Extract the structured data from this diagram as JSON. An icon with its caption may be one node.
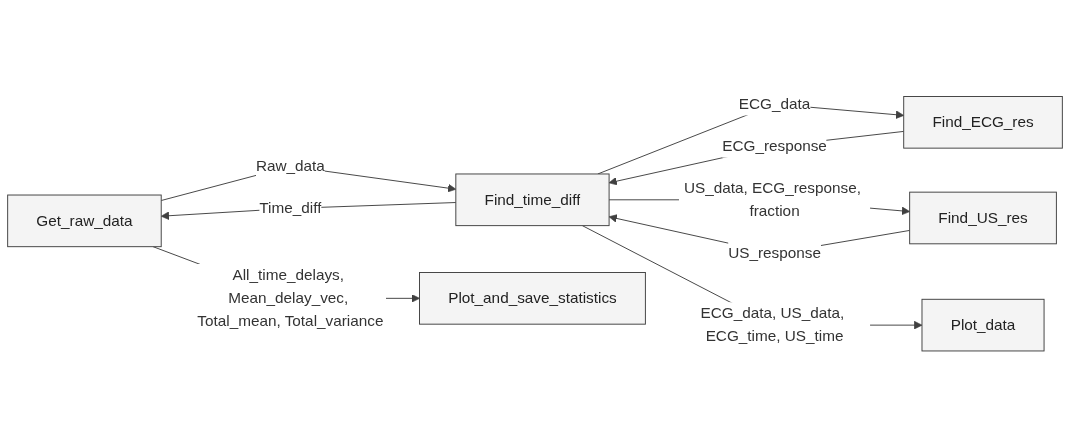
{
  "diagram": {
    "nodes": [
      {
        "text": [
          "Get_raw_data"
        ]
      },
      {
        "text": [
          "Find_time_diff"
        ]
      },
      {
        "text": [
          "Find_ECG_res"
        ]
      },
      {
        "text": [
          "Find_US_res"
        ]
      },
      {
        "text": [
          "Plot_and_save_statistics"
        ]
      },
      {
        "text": [
          "Plot_data"
        ]
      }
    ],
    "edges": [
      {
        "from": 0,
        "to": 1,
        "arrow": "to",
        "label": "Raw_data"
      },
      {
        "from": 1,
        "to": 0,
        "arrow": "to",
        "label": "Time_diff"
      },
      {
        "from": 1,
        "to": 2,
        "arrow": "to",
        "label": "ECG_data"
      },
      {
        "from": 2,
        "to": 1,
        "arrow": "to",
        "label": "ECG_response"
      },
      {
        "from": 1,
        "to": 3,
        "arrow": "to",
        "label": "US_data, ECG_response, fraction"
      },
      {
        "from": 3,
        "to": 1,
        "arrow": "to",
        "label": "US_response"
      },
      {
        "from": 0,
        "to": 4,
        "arrow": "to",
        "label": "All_time_delays, Mean_delay_vec, Total_mean, Total_variance"
      },
      {
        "from": 1,
        "to": 5,
        "arrow": "to",
        "label": "ECG_data, US_data, ECG_time, US_time"
      }
    ]
  }
}
